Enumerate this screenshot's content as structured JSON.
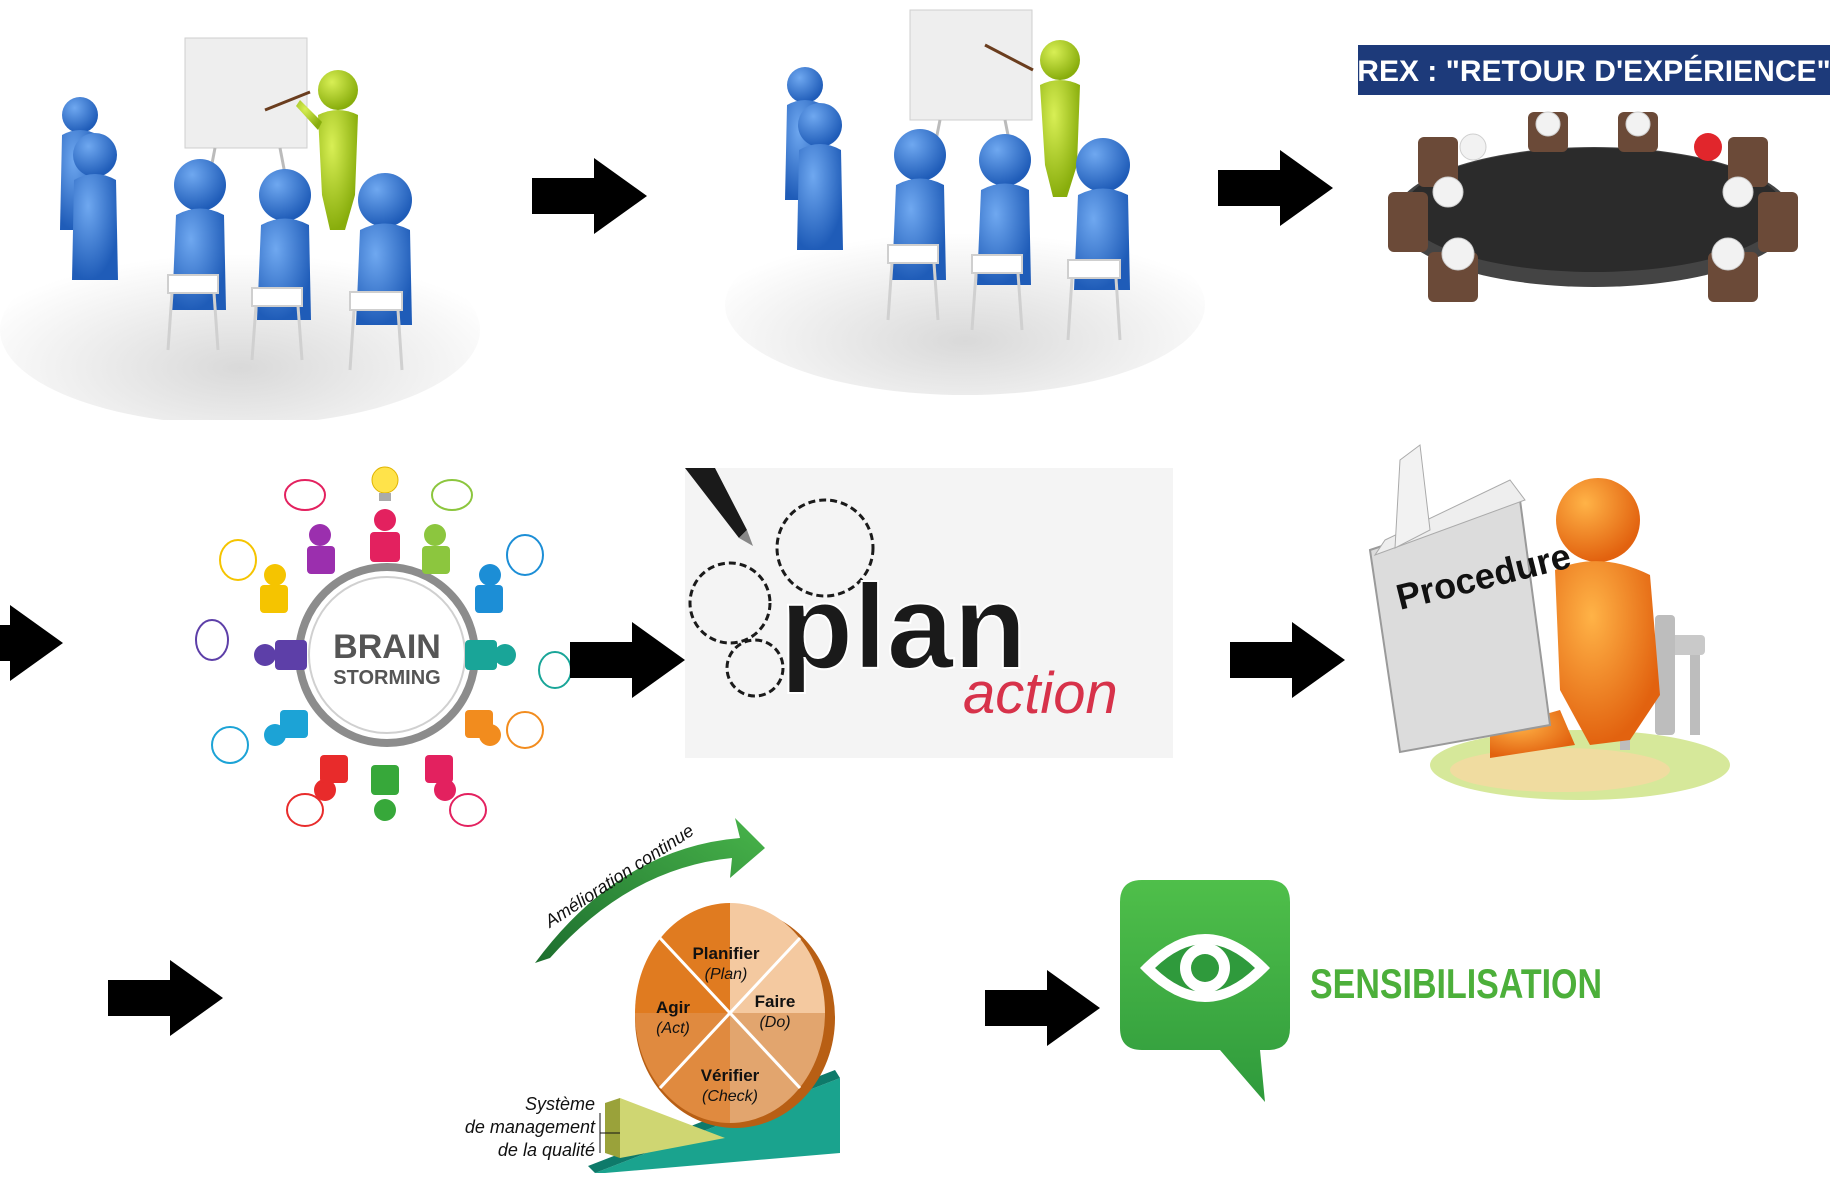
{
  "rex": {
    "label": "REX : \"RETOUR D'EXPÉRIENCE\""
  },
  "brainstorm": {
    "line1": "BRAIN",
    "line2": "STORMING"
  },
  "plan_action": {
    "plan": "plan",
    "action": "action"
  },
  "procedure": {
    "label": "Procedure"
  },
  "pdca": {
    "arc_label": "Amélioration continue",
    "plan": "Planifier",
    "plan_en": "(Plan)",
    "do": "Faire",
    "do_en": "(Do)",
    "check": "Vérifier",
    "check_en": "(Check)",
    "act": "Agir",
    "act_en": "(Act)",
    "system_l1": "Système",
    "system_l2": "de management",
    "system_l3": "de la qualité"
  },
  "sensibilisation": {
    "label": "SENSIBILISATION"
  },
  "colors": {
    "figure_blue": "#2b6fc9",
    "presenter_green": "#a9cc1c",
    "arrow": "#000000",
    "rex_banner": "#1d3a7a",
    "rex_red": "#e1262c",
    "pdca_orange": "#e07b20",
    "sens_green": "#3fae49"
  }
}
